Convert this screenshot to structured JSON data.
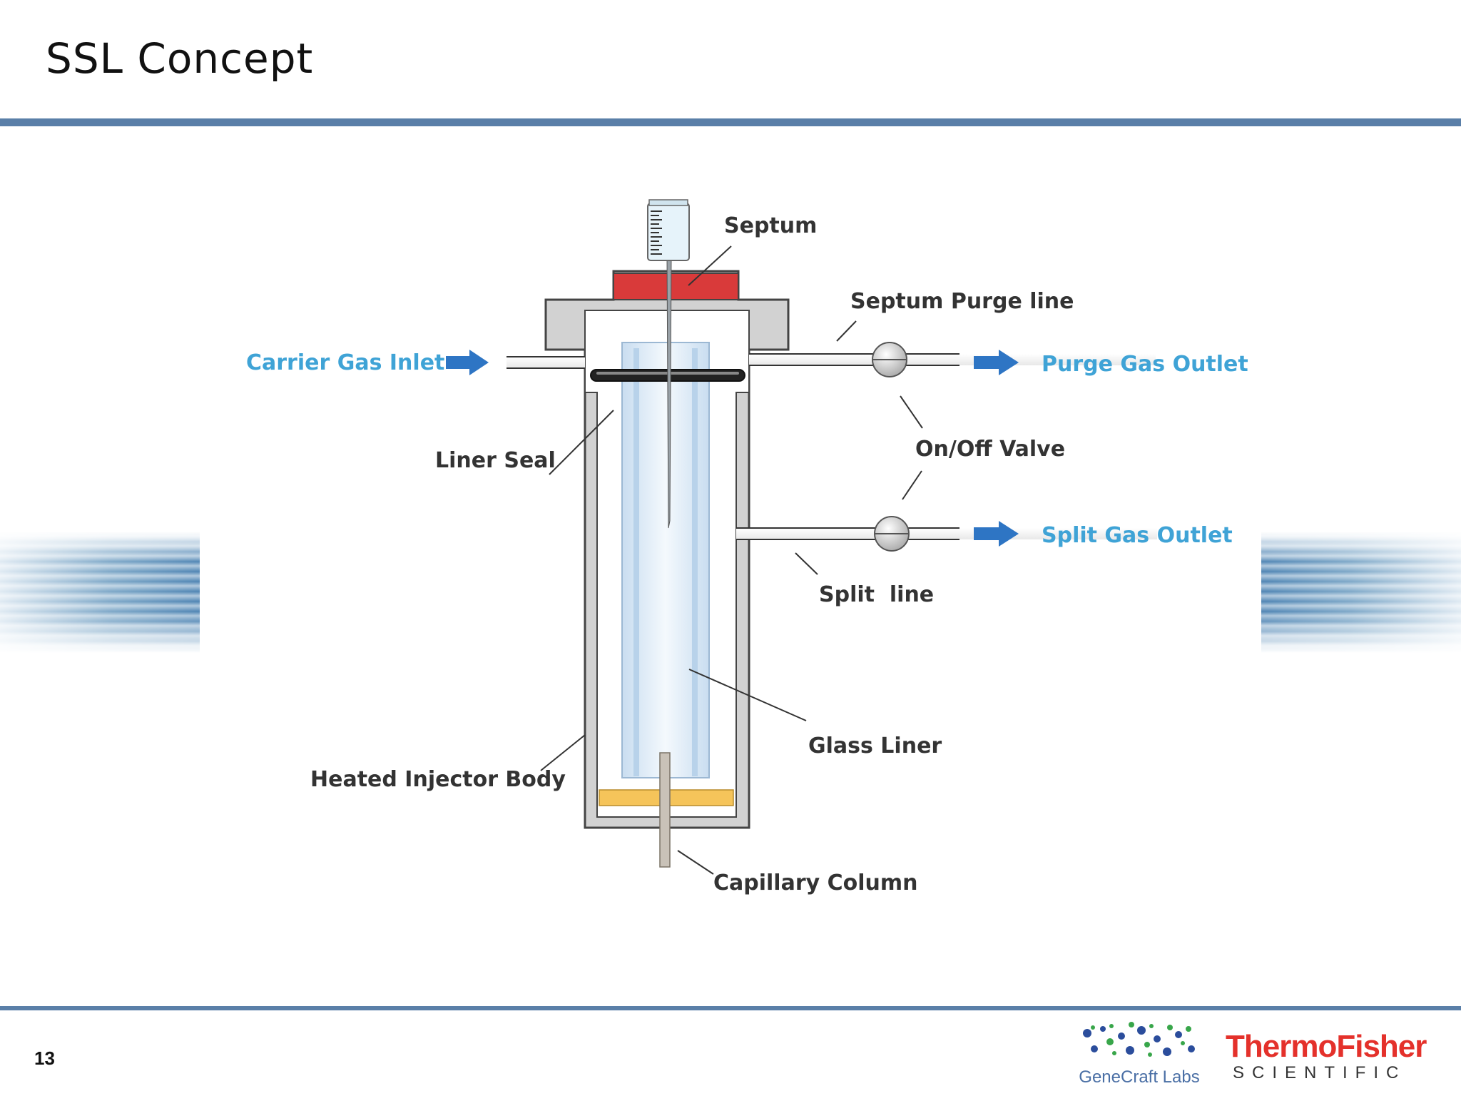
{
  "slide": {
    "title": "SSL Concept",
    "page_number": "13"
  },
  "diagram": {
    "labels": {
      "septum": "Septum",
      "septum_purge_line": "Septum Purge line",
      "carrier_gas_inlet": "Carrier Gas Inlet",
      "purge_gas_outlet": "Purge Gas Outlet",
      "liner_seal": "Liner Seal",
      "on_off_valve": "On/Off Valve",
      "split_gas_outlet": "Split Gas Outlet",
      "split_line": "Split  line",
      "glass_liner": "Glass Liner",
      "heated_injector_body": "Heated Injector Body",
      "capillary_column": "Capillary Column"
    },
    "colors": {
      "septum": "#d93a3a",
      "flow_arrow": "#2e75c4",
      "outlet_label": "#3fa3d6",
      "body": "#d0d0d0",
      "liner": "#cfe3f5",
      "base_pad": "#f5c45a"
    }
  },
  "logos": {
    "genecraft": "GeneCraft Labs",
    "thermo_fisher": "ThermoFisher",
    "scientific": "SCIENTIFIC"
  }
}
